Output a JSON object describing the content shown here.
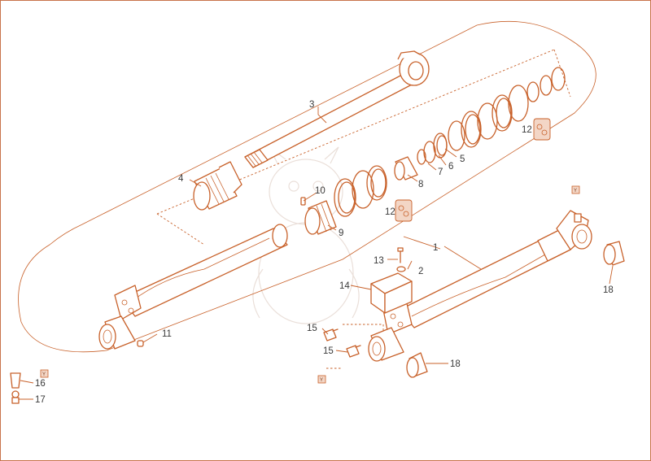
{
  "labels": {
    "p1": "1",
    "p2": "2",
    "p3": "3",
    "p4": "4",
    "p5": "5",
    "p6": "6",
    "p7": "7",
    "p8": "8",
    "p9": "9",
    "p10": "10",
    "p11": "11",
    "p12a": "12",
    "p12b": "12",
    "p13": "13",
    "p14": "14",
    "p15a": "15",
    "p15b": "15",
    "p16": "16",
    "p17": "17",
    "p18a": "18",
    "p18b": "18"
  },
  "marker_text": "Y",
  "colors": {
    "line": "#c8612a",
    "label": "#3a3a3a",
    "frame": "#c8734a",
    "kit": "#f3d6c6"
  }
}
